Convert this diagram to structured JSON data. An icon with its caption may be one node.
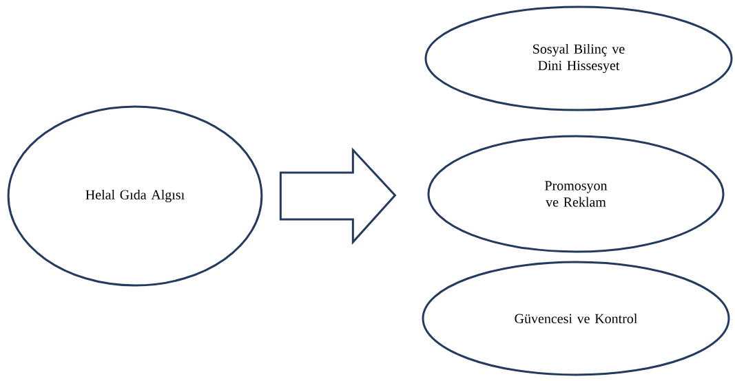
{
  "diagram": {
    "nodes": [
      {
        "text": [
          "Helal Gıda Algısı"
        ]
      },
      {
        "text": [
          "Sosyal Bilinç ve Dini Hissesyet"
        ]
      },
      {
        "text": [
          "Promosyon ve Reklam"
        ]
      },
      {
        "text": [
          "Güvencesi ve Kontrol"
        ]
      }
    ],
    "edges": [
      {
        "from": 0,
        "to": 2,
        "arrow": "to",
        "style": "thick"
      }
    ]
  }
}
